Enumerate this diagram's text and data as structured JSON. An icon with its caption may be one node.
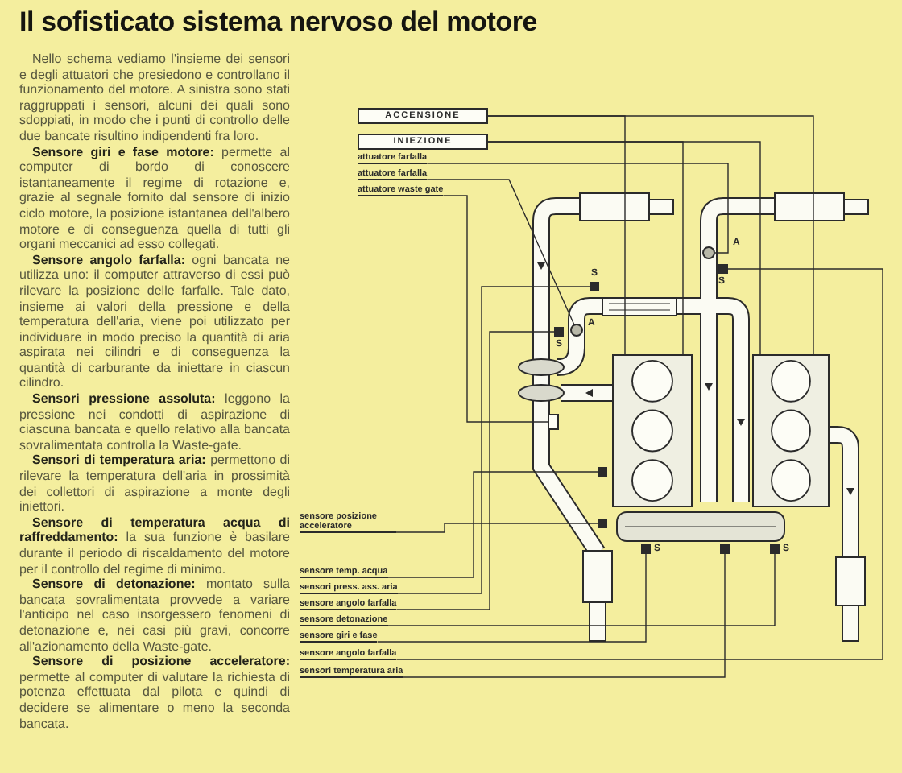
{
  "diagram": {
    "title": "Il sofisticato sistema nervoso del motore",
    "nodes": [
      {
        "text": [
          "ACCENSIONE"
        ]
      },
      {
        "text": [
          "INIEZIONE"
        ]
      },
      {
        "text": [
          "attuatore farfalla"
        ]
      },
      {
        "text": [
          "attuatore farfalla"
        ]
      },
      {
        "text": [
          "attuatore waste gate"
        ]
      },
      {
        "text": [
          "sensore posizione acceleratore"
        ]
      },
      {
        "text": [
          "sensore temp. acqua"
        ]
      },
      {
        "text": [
          "sensori press. ass. aria"
        ]
      },
      {
        "text": [
          "sensore angolo farfalla"
        ]
      },
      {
        "text": [
          "sensore detonazione"
        ]
      },
      {
        "text": [
          "sensore giri e fase"
        ]
      },
      {
        "text": [
          "sensore angolo farfalla"
        ]
      },
      {
        "text": [
          "sensori temperatura aria"
        ]
      },
      {
        "text": [],
        "shape": "box"
      },
      {
        "text": [],
        "shape": "box"
      },
      {
        "text": [],
        "shape": "circle",
        "beside": [
          "A"
        ]
      },
      {
        "text": [],
        "shape": "circle",
        "beside": [
          "A"
        ]
      },
      {
        "text": [],
        "shape": "box"
      },
      {
        "text": [],
        "shape": "box"
      },
      {
        "text": [],
        "shape": "box"
      },
      {
        "text": [],
        "shape": "box",
        "beside": [
          "S"
        ]
      },
      {
        "text": [],
        "shape": "box",
        "beside": [
          "S"
        ]
      },
      {
        "text": [],
        "shape": "box",
        "beside": [
          "S"
        ]
      },
      {
        "text": [],
        "shape": "box",
        "beside": [
          "S"
        ]
      },
      {
        "text": [],
        "shape": "box",
        "beside": [
          "S"
        ]
      },
      {
        "text": [],
        "shape": "box"
      }
    ],
    "edges": [
      {
        "from": 0,
        "to": 13,
        "arrow": "none"
      },
      {
        "from": 0,
        "to": 14,
        "arrow": "none"
      },
      {
        "from": 1,
        "to": 13,
        "arrow": "none"
      },
      {
        "from": 1,
        "to": 14,
        "arrow": "none"
      },
      {
        "from": 2,
        "to": 15,
        "arrow": "none"
      },
      {
        "from": 3,
        "to": 16,
        "arrow": "none"
      },
      {
        "from": 4,
        "to": 17,
        "arrow": "none"
      },
      {
        "from": 5,
        "to": 18,
        "arrow": "none"
      },
      {
        "from": 6,
        "to": 19,
        "arrow": "none"
      },
      {
        "from": 7,
        "to": 20,
        "arrow": "none"
      },
      {
        "from": 8,
        "to": 21,
        "arrow": "none"
      },
      {
        "from": 9,
        "to": 22,
        "arrow": "none"
      },
      {
        "from": 10,
        "to": 23,
        "arrow": "none"
      },
      {
        "from": 11,
        "to": 24,
        "arrow": "none"
      },
      {
        "from": 12,
        "to": 25,
        "arrow": "none"
      }
    ],
    "labels": [
      "Nello schema vediamo l'insieme dei sensori e degli attuatori che presiedono e controllano il funzionamento del motore. A sinistra sono stati raggruppati i sensori, alcuni dei quali sono sdoppiati, in modo che i punti di controllo delle due bancate risultino indipendenti fra loro.",
      "**Sensore giri e fase motore:** permette al computer di bordo di conoscere istantaneamente il regime di rotazione e, grazie al segnale fornito dal sensore di inizio ciclo motore, la posizione istantanea dell'albero motore e di conseguenza quella di tutti gli organi meccanici ad esso collegati.",
      "**Sensore angolo farfalla:** ogni bancata ne utilizza uno: il computer attraverso di essi può rilevare la posizione delle farfalle. Tale dato, insieme ai valori della pressione e della temperatura dell'aria, viene poi utilizzato per individuare in modo preciso la quantità di aria aspirata nei cilindri e di conseguenza la quantità di carburante da iniettare in ciascun cilindro.",
      "**Sensori pressione assoluta:** leggono la pressione nei condotti di aspirazione di ciascuna bancata e quello relativo alla bancata sovralimentata controlla la Waste-gate.",
      "**Sensori di temperatura aria:** permettono di rilevare la temperatura dell'aria in prossimità dei collettori di aspirazione a monte degli iniettori.",
      "**Sensore di temperatura acqua di raffreddamento:** la sua funzione è basilare durante il periodo di riscaldamento del motore per il controllo del regime di minimo.",
      "**Sensore di detonazione:** montato sulla bancata sovralimentata provvede a variare l'anticipo nel caso insorgessero fenomeni di detonazione e, nei casi più gravi, concorre all'azionamento della Waste-gate.",
      "**Sensore di posizione acceleratore:** permette al computer di valutare la richiesta di potenza effettuata dal pilota e quindi di decidere se alimentare o meno la seconda bancata."
    ]
  }
}
